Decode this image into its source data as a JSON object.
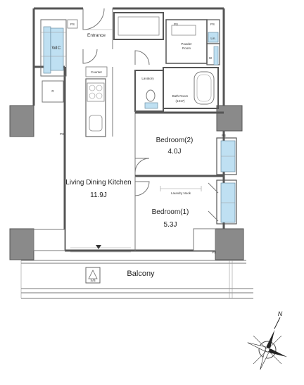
{
  "rooms": {
    "entrance": "Entrance",
    "wic": "WIC",
    "counter": "Counter",
    "lavatory": "Lavatory",
    "powder_room": "Powder\nRoom",
    "powder_room_l1": "Powder",
    "powder_room_l2": "Room",
    "bath_room_l1": "Bath Room",
    "bath_room_l2": "(1317)",
    "bedroom2_name": "Bedroom(2)",
    "bedroom2_size": "4.0J",
    "bedroom1_name": "Bedroom(1)",
    "bedroom1_size": "5.3J",
    "ldk_name": "Living Dining Kitchen",
    "ldk_size": "11.9J",
    "balcony": "Balcony",
    "laundry_nook": "Laundry Nook"
  },
  "markers": {
    "ps1": "PS",
    "ps2": "PS",
    "ps3": "PS",
    "ps4": "PS",
    "lin": "Lin.",
    "w": "W",
    "r": "R",
    "ps5": "PS",
    "ps6": "PS",
    "ps7": "PS",
    "sb": "S/B"
  },
  "compass": {
    "north": "N"
  },
  "colors": {
    "storage_blue": "#bfe0f2",
    "column_gray": "#8a8a8a",
    "wall_gray": "#555555"
  }
}
